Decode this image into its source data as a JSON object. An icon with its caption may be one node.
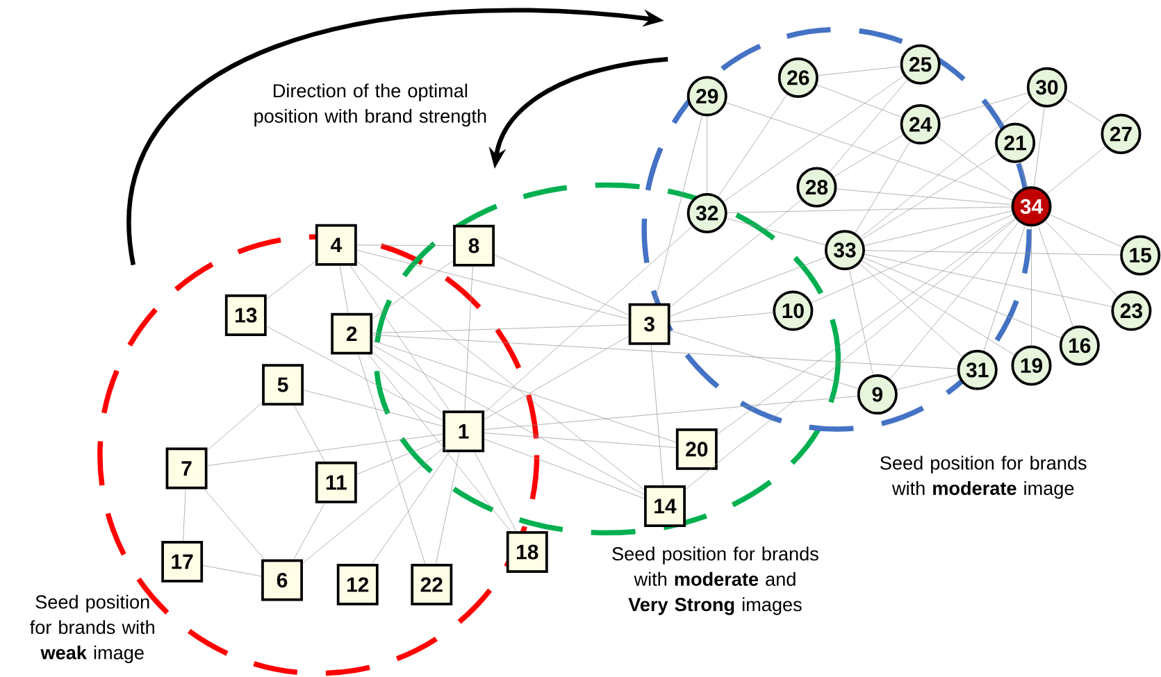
{
  "diagram": {
    "nodes": [
      {
        "text": [
          "1"
        ]
      },
      {
        "text": [
          "2"
        ]
      },
      {
        "text": [
          "3"
        ]
      },
      {
        "text": [
          "4"
        ]
      },
      {
        "text": [
          "5"
        ]
      },
      {
        "text": [
          "6"
        ]
      },
      {
        "text": [
          "7"
        ]
      },
      {
        "text": [
          "8"
        ]
      },
      {
        "text": [
          "9"
        ]
      },
      {
        "text": [
          "10"
        ]
      },
      {
        "text": [
          "11"
        ]
      },
      {
        "text": [
          "12"
        ]
      },
      {
        "text": [
          "13"
        ]
      },
      {
        "text": [
          "14"
        ]
      },
      {
        "text": [
          "15"
        ]
      },
      {
        "text": [
          "16"
        ]
      },
      {
        "text": [
          "17"
        ]
      },
      {
        "text": [
          "18"
        ]
      },
      {
        "text": [
          "19"
        ]
      },
      {
        "text": [
          "20"
        ]
      },
      {
        "text": [
          "21"
        ]
      },
      {
        "text": [
          "22"
        ]
      },
      {
        "text": [
          "23"
        ]
      },
      {
        "text": [
          "24"
        ]
      },
      {
        "text": [
          "25"
        ]
      },
      {
        "text": [
          "26"
        ]
      },
      {
        "text": [
          "27"
        ]
      },
      {
        "text": [
          "28"
        ]
      },
      {
        "text": [
          "29"
        ]
      },
      {
        "text": [
          "30"
        ]
      },
      {
        "text": [
          "31"
        ]
      },
      {
        "text": [
          "32"
        ]
      },
      {
        "text": [
          "33"
        ]
      },
      {
        "text": [
          "34"
        ]
      }
    ],
    "edges": [
      {
        "from": 0,
        "to": 1,
        "arrow": "none"
      },
      {
        "from": 0,
        "to": 2,
        "arrow": "none"
      },
      {
        "from": 0,
        "to": 3,
        "arrow": "none"
      },
      {
        "from": 0,
        "to": 4,
        "arrow": "none"
      },
      {
        "from": 0,
        "to": 5,
        "arrow": "none"
      },
      {
        "from": 0,
        "to": 6,
        "arrow": "none"
      },
      {
        "from": 0,
        "to": 7,
        "arrow": "none"
      },
      {
        "from": 0,
        "to": 8,
        "arrow": "none"
      },
      {
        "from": 0,
        "to": 10,
        "arrow": "none"
      },
      {
        "from": 0,
        "to": 11,
        "arrow": "none"
      },
      {
        "from": 0,
        "to": 12,
        "arrow": "none"
      },
      {
        "from": 0,
        "to": 13,
        "arrow": "none"
      },
      {
        "from": 0,
        "to": 17,
        "arrow": "none"
      },
      {
        "from": 0,
        "to": 19,
        "arrow": "none"
      },
      {
        "from": 0,
        "to": 21,
        "arrow": "none"
      },
      {
        "from": 0,
        "to": 31,
        "arrow": "none"
      },
      {
        "from": 1,
        "to": 2,
        "arrow": "none"
      },
      {
        "from": 1,
        "to": 3,
        "arrow": "none"
      },
      {
        "from": 1,
        "to": 7,
        "arrow": "none"
      },
      {
        "from": 1,
        "to": 13,
        "arrow": "none"
      },
      {
        "from": 1,
        "to": 17,
        "arrow": "none"
      },
      {
        "from": 1,
        "to": 19,
        "arrow": "none"
      },
      {
        "from": 1,
        "to": 21,
        "arrow": "none"
      },
      {
        "from": 1,
        "to": 30,
        "arrow": "none"
      },
      {
        "from": 2,
        "to": 3,
        "arrow": "none"
      },
      {
        "from": 2,
        "to": 7,
        "arrow": "none"
      },
      {
        "from": 2,
        "to": 8,
        "arrow": "none"
      },
      {
        "from": 2,
        "to": 9,
        "arrow": "none"
      },
      {
        "from": 2,
        "to": 13,
        "arrow": "none"
      },
      {
        "from": 2,
        "to": 27,
        "arrow": "none"
      },
      {
        "from": 2,
        "to": 28,
        "arrow": "none"
      },
      {
        "from": 2,
        "to": 32,
        "arrow": "none"
      },
      {
        "from": 3,
        "to": 7,
        "arrow": "none"
      },
      {
        "from": 3,
        "to": 12,
        "arrow": "none"
      },
      {
        "from": 3,
        "to": 13,
        "arrow": "none"
      },
      {
        "from": 4,
        "to": 6,
        "arrow": "none"
      },
      {
        "from": 4,
        "to": 10,
        "arrow": "none"
      },
      {
        "from": 5,
        "to": 6,
        "arrow": "none"
      },
      {
        "from": 5,
        "to": 10,
        "arrow": "none"
      },
      {
        "from": 5,
        "to": 16,
        "arrow": "none"
      },
      {
        "from": 6,
        "to": 16,
        "arrow": "none"
      },
      {
        "from": 8,
        "to": 30,
        "arrow": "none"
      },
      {
        "from": 8,
        "to": 32,
        "arrow": "none"
      },
      {
        "from": 8,
        "to": 33,
        "arrow": "none"
      },
      {
        "from": 9,
        "to": 33,
        "arrow": "none"
      },
      {
        "from": 13,
        "to": 33,
        "arrow": "none"
      },
      {
        "from": 14,
        "to": 32,
        "arrow": "none"
      },
      {
        "from": 14,
        "to": 33,
        "arrow": "none"
      },
      {
        "from": 15,
        "to": 32,
        "arrow": "none"
      },
      {
        "from": 15,
        "to": 33,
        "arrow": "none"
      },
      {
        "from": 18,
        "to": 32,
        "arrow": "none"
      },
      {
        "from": 18,
        "to": 33,
        "arrow": "none"
      },
      {
        "from": 19,
        "to": 33,
        "arrow": "none"
      },
      {
        "from": 20,
        "to": 32,
        "arrow": "none"
      },
      {
        "from": 20,
        "to": 33,
        "arrow": "none"
      },
      {
        "from": 22,
        "to": 32,
        "arrow": "none"
      },
      {
        "from": 22,
        "to": 33,
        "arrow": "none"
      },
      {
        "from": 23,
        "to": 25,
        "arrow": "none"
      },
      {
        "from": 23,
        "to": 27,
        "arrow": "none"
      },
      {
        "from": 23,
        "to": 29,
        "arrow": "none"
      },
      {
        "from": 23,
        "to": 32,
        "arrow": "none"
      },
      {
        "from": 23,
        "to": 33,
        "arrow": "none"
      },
      {
        "from": 24,
        "to": 25,
        "arrow": "none"
      },
      {
        "from": 24,
        "to": 27,
        "arrow": "none"
      },
      {
        "from": 24,
        "to": 31,
        "arrow": "none"
      },
      {
        "from": 25,
        "to": 31,
        "arrow": "none"
      },
      {
        "from": 26,
        "to": 29,
        "arrow": "none"
      },
      {
        "from": 26,
        "to": 33,
        "arrow": "none"
      },
      {
        "from": 27,
        "to": 33,
        "arrow": "none"
      },
      {
        "from": 28,
        "to": 31,
        "arrow": "none"
      },
      {
        "from": 28,
        "to": 33,
        "arrow": "none"
      },
      {
        "from": 29,
        "to": 32,
        "arrow": "none"
      },
      {
        "from": 29,
        "to": 33,
        "arrow": "none"
      },
      {
        "from": 30,
        "to": 32,
        "arrow": "none"
      },
      {
        "from": 30,
        "to": 33,
        "arrow": "none"
      },
      {
        "from": 31,
        "to": 32,
        "arrow": "none"
      },
      {
        "from": 31,
        "to": 33,
        "arrow": "none"
      },
      {
        "from": 32,
        "to": 33,
        "arrow": "none"
      }
    ],
    "labels": [
      "Direction of the optimal position with brand strength",
      "Seed position for brands with **moderate** image",
      "Seed position for brands with **moderate** and **Very Strong** images",
      "Seed position for brands with **weak** image"
    ]
  }
}
